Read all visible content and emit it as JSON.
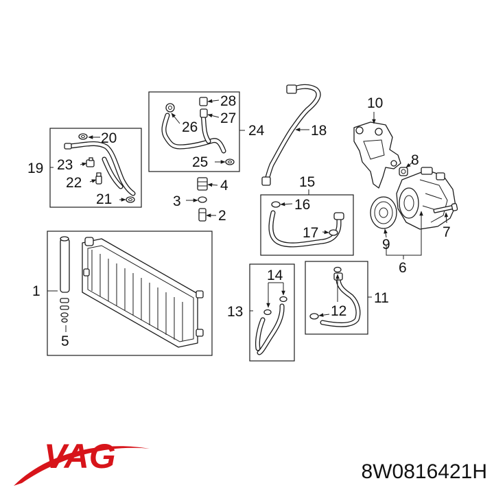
{
  "brand": {
    "name": "VAG",
    "color": "#d7141a"
  },
  "part_number": "8W0816421H",
  "callouts": [
    "1",
    "2",
    "3",
    "4",
    "5",
    "6",
    "7",
    "8",
    "9",
    "10",
    "11",
    "12",
    "13",
    "14",
    "15",
    "16",
    "17",
    "18",
    "19",
    "20",
    "21",
    "22",
    "23",
    "24",
    "25",
    "26",
    "27",
    "28"
  ]
}
